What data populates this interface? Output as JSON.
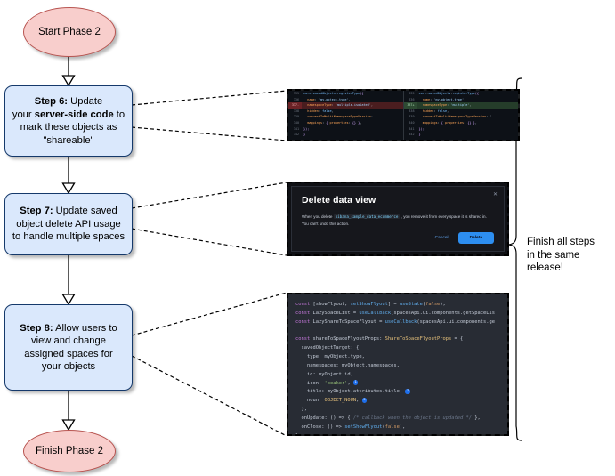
{
  "flow": {
    "start_node": "Start Phase 2",
    "end_node": "Finish Phase 2",
    "steps": [
      {
        "id": "step6",
        "label_bold": "Step 6:",
        "label_rest": " Update",
        "line2_pre": "your ",
        "line2_bold": "server-side code",
        "line2_post": " to",
        "line3": "mark these objects as",
        "line4": "\"shareable\""
      },
      {
        "id": "step7",
        "line1_bold": "Step 7:",
        "line1_rest": " Update saved",
        "line2": "object delete API usage",
        "line3": "to handle multiple spaces"
      },
      {
        "id": "step8",
        "line1_bold": "Step 8:",
        "line1_rest": " Allow users to",
        "line2": "view and change",
        "line3": "assigned spaces for",
        "line4": "your objects"
      }
    ],
    "brace_note": [
      "Finish all steps",
      "in the same",
      "release!"
    ]
  },
  "callouts": {
    "diff": {
      "name": "server-side-registertype-diff",
      "left": {
        "lines": [
          {
            "num": "335",
            "kind": "ctx",
            "code": "core.savedObjects.registerType({"
          },
          {
            "num": "336",
            "kind": "ctx",
            "code": "  name: 'my-object-type',"
          },
          {
            "num": "337-",
            "kind": "del",
            "code": "  namespaceType: 'multiple-isolated',"
          },
          {
            "num": "338",
            "kind": "ctx",
            "code": "  hidden: false,"
          },
          {
            "num": "339",
            "kind": "ctx",
            "code": "  convertToMultiNamespaceTypeVersion: '"
          },
          {
            "num": "340",
            "kind": "ctx",
            "code": "  mappings: { properties: {} },"
          },
          {
            "num": "341",
            "kind": "ctx",
            "code": "});"
          },
          {
            "num": "342",
            "kind": "ctx",
            "code": "}"
          }
        ]
      },
      "right": {
        "lines": [
          {
            "num": "335",
            "kind": "ctx",
            "code": "core.savedObjects.registerType({"
          },
          {
            "num": "336",
            "kind": "ctx",
            "code": "  name: 'my-object-type',"
          },
          {
            "num": "337+",
            "kind": "add",
            "code": "  namespaceType: 'multiple',"
          },
          {
            "num": "338",
            "kind": "ctx",
            "code": "  hidden: false,"
          },
          {
            "num": "339",
            "kind": "ctx",
            "code": "  convertToMultiNamespaceTypeVersion: '"
          },
          {
            "num": "340",
            "kind": "ctx",
            "code": "  mappings: { properties: {} },"
          },
          {
            "num": "341",
            "kind": "ctx",
            "code": "});"
          },
          {
            "num": "342",
            "kind": "ctx",
            "code": "}"
          }
        ]
      }
    },
    "modal": {
      "name": "delete-data-view-modal",
      "title": "Delete data view",
      "close_label": "✕",
      "body_pre": "When you delete ",
      "body_code": "kibana_sample_data_ecommerce",
      "body_post": " , you remove it from every space it is shared in. You can't undo this action.",
      "cancel_label": "Cancel",
      "delete_label": "Delete"
    },
    "react": {
      "name": "share-to-space-flyout-code",
      "lines": [
        "const [showFlyout, setShowFlyout] = useState(false);",
        "const LazySpaceList = useCallback(spacesApi.ui.components.getSpaceLis",
        "const LazyShareToSpaceFlyout = useCallback(spacesApi.ui.components.ge",
        "",
        "const shareToSpaceFlyoutProps: ShareToSpaceFlyoutProps = {",
        "  savedObjectTarget: {",
        "    type: myObject.type,",
        "    namespaces: myObject.namespaces,",
        "    id: myObject.id,",
        "    icon: 'beaker', [1]",
        "    title: myObject.attributes.title, [2]",
        "    noun: OBJECT_NOUN, [3]",
        "  },",
        "  onUpdate: () => { /* callback when the object is updated */ },",
        "  onClose: () => setShowFlyout(false),",
        "};"
      ],
      "badges": [
        "1",
        "2",
        "3"
      ]
    }
  },
  "colors": {
    "terminal_fill": "#f8cecc",
    "terminal_stroke": "#b85450",
    "process_fill": "#dae8fc",
    "process_stroke": "#15396b",
    "connector": "#000000",
    "diff_delete_bg": "#4a1d1f",
    "diff_add_bg": "#253d2a",
    "modal_accent": "#2d8ef0"
  }
}
